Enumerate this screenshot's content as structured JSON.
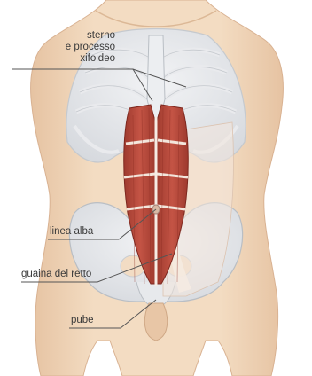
{
  "figure": {
    "labels": {
      "sternum": [
        "sterno",
        "e processo",
        "xifoideo"
      ],
      "linea_alba": "linea alba",
      "rectus_sheath": "guaina del retto",
      "pubis": "pube"
    },
    "colors": {
      "skin": "#f1d8bc",
      "skin_shadow": "#e3bf9e",
      "bone": "#e3e5e8",
      "bone_edge": "#c5c9ce",
      "muscle": "#b84a3c",
      "muscle_dark": "#8f2f25",
      "tendon": "#f3e6dc",
      "leader": "#555555"
    }
  }
}
